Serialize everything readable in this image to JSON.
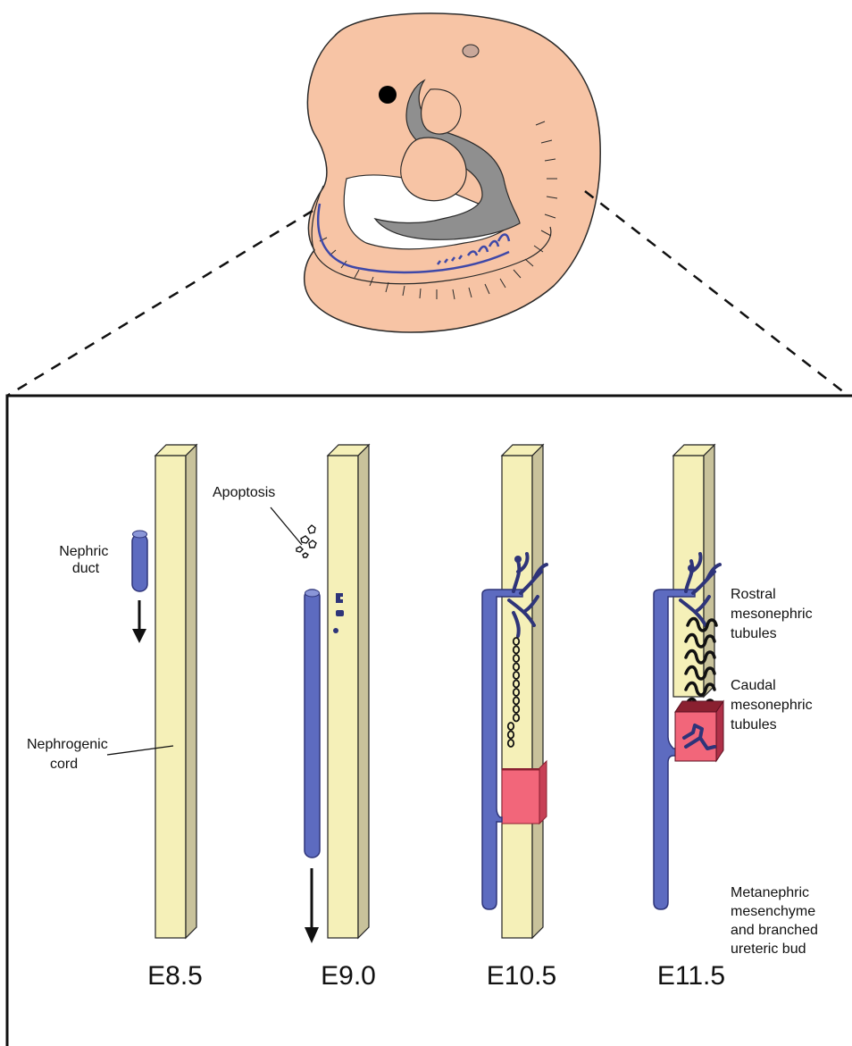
{
  "labels": {
    "apoptosis": "Apoptosis",
    "nephric_duct": [
      "Nephric",
      "duct"
    ],
    "nephrogenic_cord": [
      "Nephrogenic",
      "cord"
    ],
    "rostral": [
      "Rostral",
      "mesonephric",
      "tubules"
    ],
    "caudal": [
      "Caudal",
      "mesonephric",
      "tubules"
    ],
    "metanephric": [
      "Metanephric",
      "mesenchyme",
      "and branched",
      "ureteric bud"
    ]
  },
  "stages": [
    "E8.5",
    "E9.0",
    "E10.5",
    "E11.5"
  ],
  "colors": {
    "embryo_skin": "#f7c4a5",
    "cord": "#f5f0b8",
    "cord_side": "#c8c29b",
    "duct": "#5d6bc0",
    "duct_dark": "#2e3479",
    "mesenchyme": "#f2667a",
    "mesenchyme_dark": "#8a2030",
    "gut": "#8f8f8f"
  }
}
